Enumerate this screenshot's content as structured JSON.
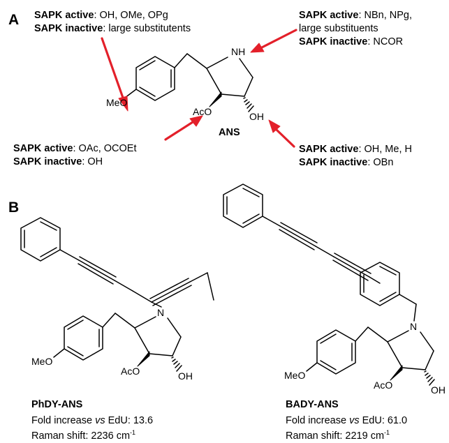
{
  "panel_a": {
    "label": "A",
    "compound": "ANS",
    "annotations": {
      "top_left": {
        "active_label": "SAPK active",
        "active_value": ": OH, OMe, OPg",
        "inactive_label": "SAPK inactive",
        "inactive_value": ": large substitutents"
      },
      "top_right": {
        "active_label": "SAPK active",
        "active_value": ": NBn, NPg,",
        "active_value_2": "large substituents",
        "inactive_label": "SAPK inactive",
        "inactive_value": ": NCOR"
      },
      "bottom_left": {
        "active_label": "SAPK active",
        "active_value": ": OAc, OCOEt",
        "inactive_label": "SAPK inactive",
        "inactive_value": ": OH"
      },
      "bottom_right": {
        "active_label": "SAPK active",
        "active_value": ": OH, Me, H",
        "inactive_label": "SAPK inactive",
        "inactive_value": ": OBn"
      }
    },
    "atoms": {
      "nh": "H",
      "n": "N",
      "meo": "MeO",
      "aco": "AcO",
      "oh": "OH"
    }
  },
  "panel_b": {
    "label": "B",
    "compounds": [
      {
        "name": "PhDY-ANS",
        "fold_prefix": "Fold increase ",
        "fold_vs": "vs",
        "fold_suffix": " EdU: 13.6",
        "raman_prefix": "Raman shift: 2236 cm",
        "raman_sup": "-1",
        "atoms": {
          "n": "N",
          "meo": "MeO",
          "aco": "AcO",
          "oh": "OH"
        }
      },
      {
        "name": "BADY-ANS",
        "fold_prefix": "Fold increase ",
        "fold_vs": "vs",
        "fold_suffix": " EdU: 61.0",
        "raman_prefix": "Raman shift: 2219 cm",
        "raman_sup": "-1",
        "atoms": {
          "n": "N",
          "meo": "MeO",
          "aco": "AcO",
          "oh": "OH"
        }
      }
    ]
  },
  "colors": {
    "arrow": "#e3202a",
    "bond": "#000000",
    "text": "#000000"
  }
}
